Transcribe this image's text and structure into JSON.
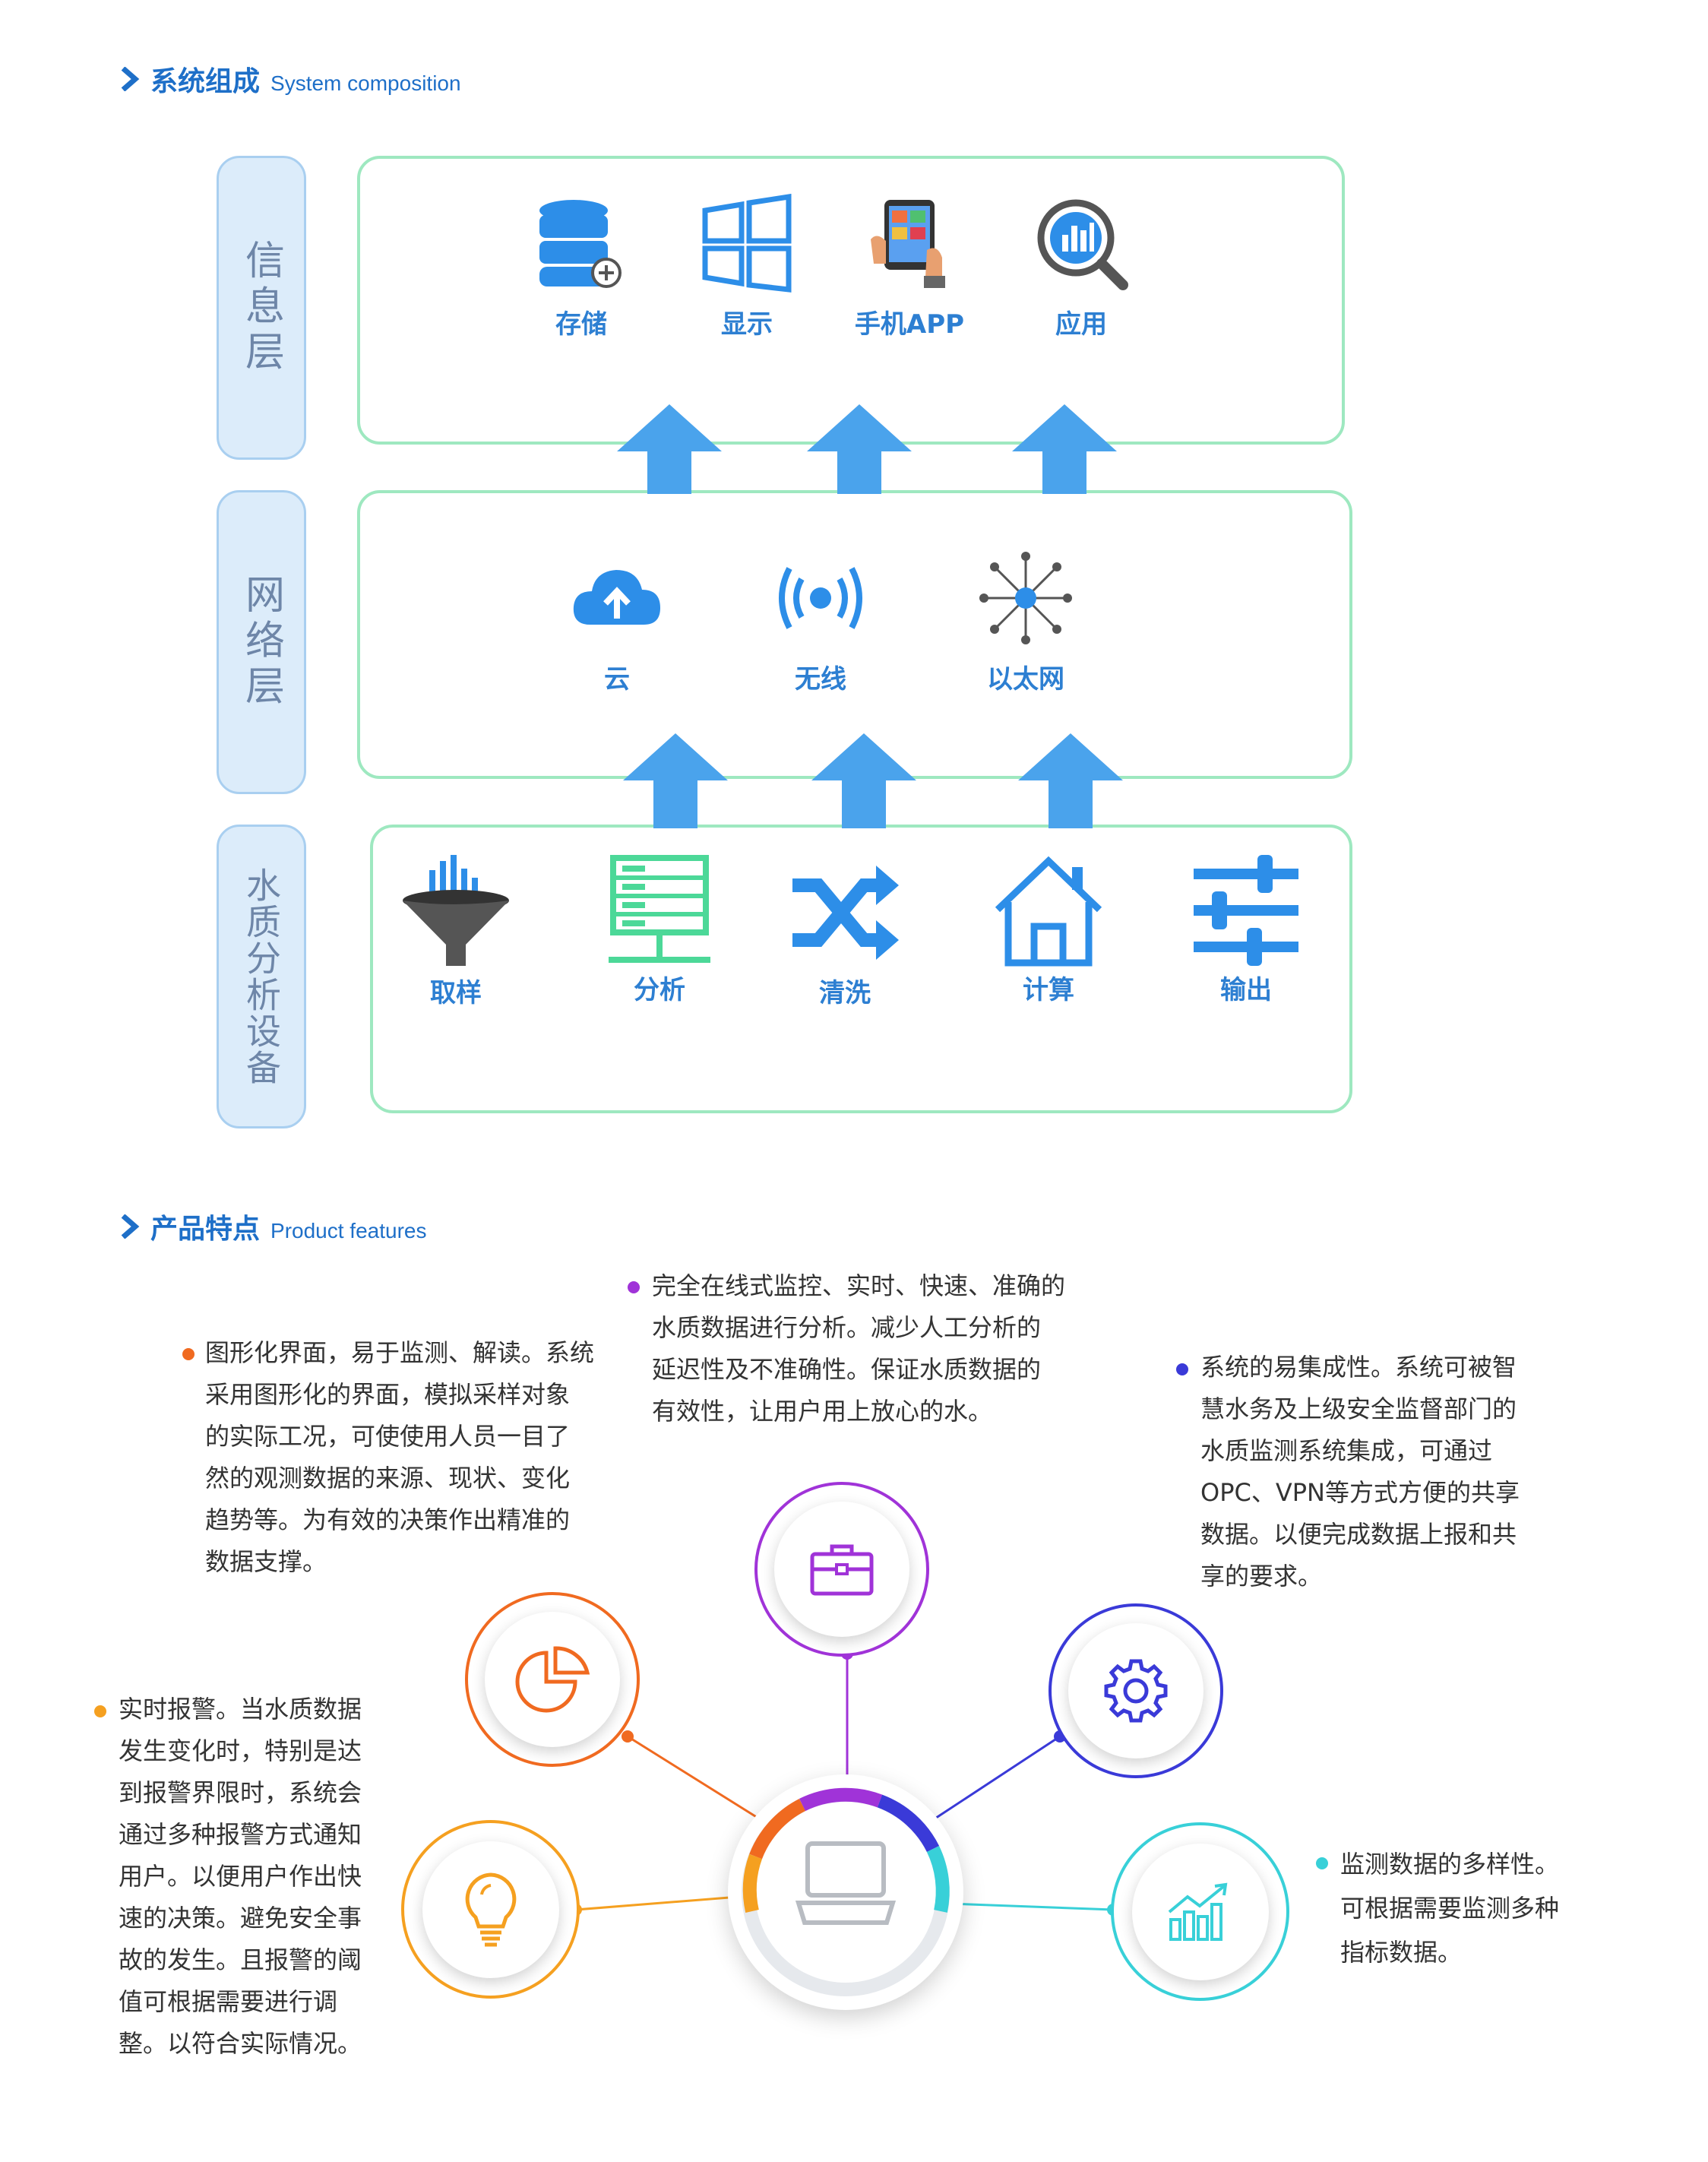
{
  "section1": {
    "title_zh": "系统组成",
    "title_en": "System composition"
  },
  "layers": [
    {
      "label": "信息层",
      "items": [
        {
          "label": "存储",
          "icon": "database-icon"
        },
        {
          "label": "显示",
          "icon": "windows-icon"
        },
        {
          "label": "手机APP",
          "icon": "tablet-hand-icon"
        },
        {
          "label": "应用",
          "icon": "analytics-magnifier-icon"
        }
      ]
    },
    {
      "label": "网络层",
      "items": [
        {
          "label": "云",
          "icon": "cloud-upload-icon"
        },
        {
          "label": "无线",
          "icon": "wireless-signal-icon"
        },
        {
          "label": "以太网",
          "icon": "network-hub-icon"
        }
      ]
    },
    {
      "label": "水质分析设备",
      "items": [
        {
          "label": "取样",
          "icon": "funnel-icon"
        },
        {
          "label": "分析",
          "icon": "server-rack-icon"
        },
        {
          "label": "清洗",
          "icon": "shuffle-icon"
        },
        {
          "label": "计算",
          "icon": "house-icon"
        },
        {
          "label": "输出",
          "icon": "sliders-icon"
        }
      ]
    }
  ],
  "section2": {
    "title_zh": "产品特点",
    "title_en": "Product features"
  },
  "features": {
    "top": {
      "lines": [
        "完全在线式监控、实时、快速、准确的",
        "水质数据进行分析。减少人工分析的",
        "延迟性及不准确性。保证水质数据的",
        "有效性，让用户用上放心的水。"
      ],
      "color": "#a033d8"
    },
    "left_upper": {
      "lines": [
        "图形化界面，易于监测、解读。系统",
        "采用图形化的界面，模拟采样对象",
        "的实际工况，可使使用人员一目了",
        "然的观测数据的来源、现状、变化",
        "趋势等。为有效的决策作出精准的",
        "数据支撑。"
      ],
      "color": "#f06a20"
    },
    "right_upper": {
      "lines": [
        "系统的易集成性。系统可被智",
        "慧水务及上级安全监督部门的",
        "水质监测系统集成，可通过",
        "OPC、VPN等方式方便的共享",
        "数据。以便完成数据上报和共",
        "享的要求。"
      ],
      "color": "#3a3ad8"
    },
    "left_lower": {
      "lines": [
        "实时报警。当水质数据",
        "发生变化时，特别是达",
        "到报警界限时，系统会",
        "通过多种报警方式通知",
        "用户。以便用户作出快",
        "速的决策。避免安全事",
        "故的发生。且报警的阈",
        "值可根据需要进行调",
        "整。以符合实际情况。"
      ],
      "color": "#f5a020"
    },
    "right_lower": {
      "lines": [
        "监测数据的多样性。",
        "可根据需要监测多种",
        "指标数据。"
      ],
      "color": "#38d0d8"
    }
  },
  "hub": {
    "center_icon": "laptop-icon",
    "nodes": [
      {
        "icon": "toolbox-icon",
        "color": "#a033d8"
      },
      {
        "icon": "pie-chart-icon",
        "color": "#f06a20"
      },
      {
        "icon": "gear-icon",
        "color": "#3a3ad8"
      },
      {
        "icon": "lightbulb-icon",
        "color": "#f5a020"
      },
      {
        "icon": "growth-chart-icon",
        "color": "#38d0d8"
      }
    ]
  }
}
